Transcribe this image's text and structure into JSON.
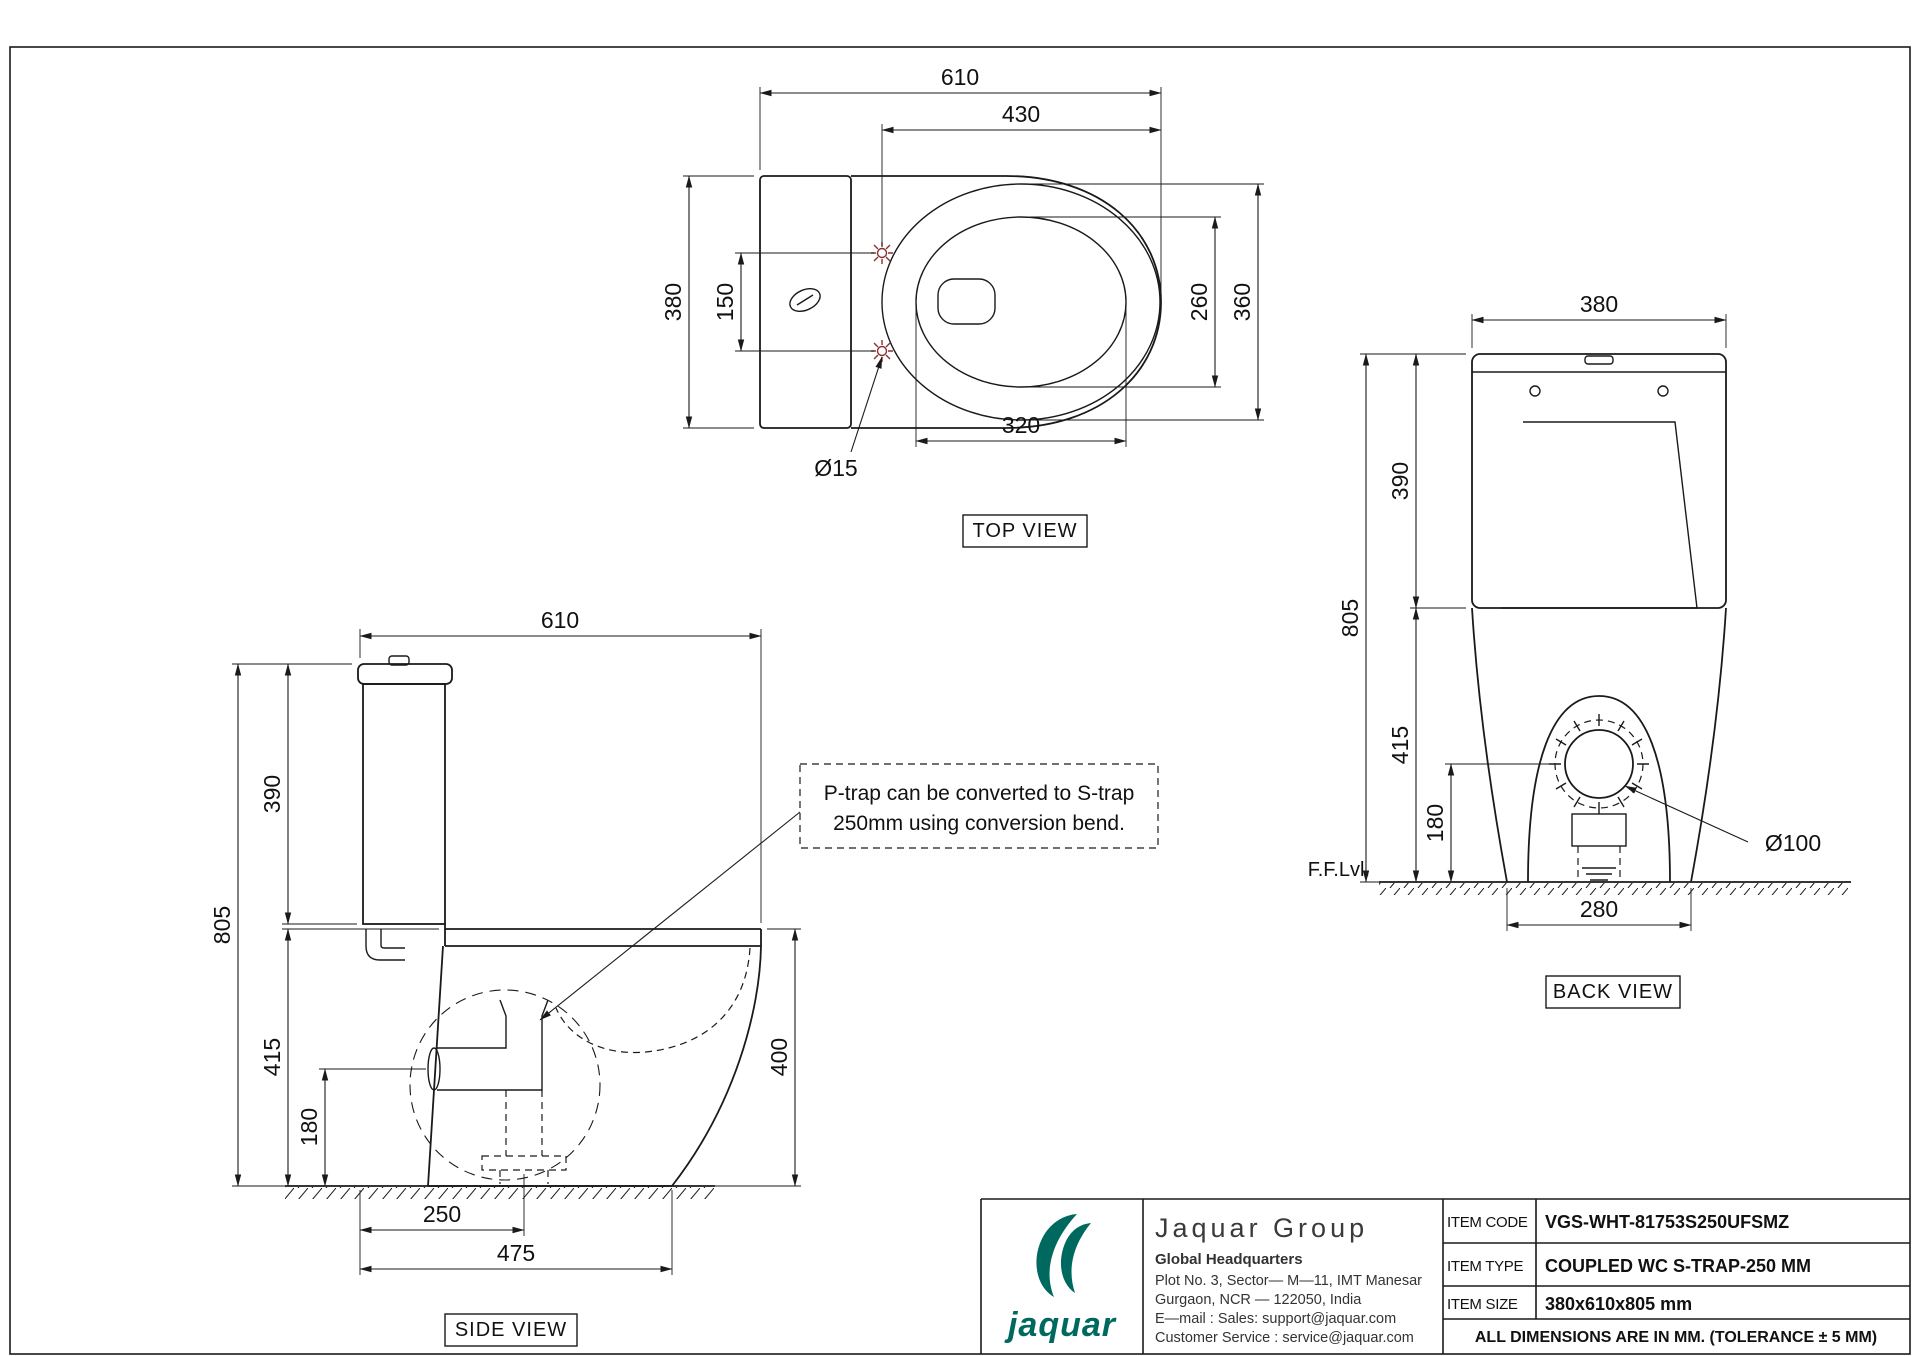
{
  "top_view": {
    "label": "TOP VIEW",
    "d_width": "610",
    "d_seat_len": "430",
    "d_depth": "380",
    "d_hole_span": "150",
    "d_bowl_inner": "260",
    "d_bowl_outer": "360",
    "d_bowl_width": "320",
    "d_hole_dia": "Ø15"
  },
  "side_view": {
    "label": "SIDE VIEW",
    "d_width": "610",
    "d_tank_h": "390",
    "d_total_h": "805",
    "d_rim_h": "415",
    "d_trap_h": "180",
    "d_bowl_h": "400",
    "d_trap_dist": "250",
    "d_base_len": "475",
    "note_line1": "P-trap can be converted to S-trap",
    "note_line2": "250mm using conversion bend."
  },
  "back_view": {
    "label": "BACK VIEW",
    "d_width": "380",
    "d_tank_h": "390",
    "d_total_h": "805",
    "d_rim_h": "415",
    "d_outlet_h": "180",
    "d_outlet_dia": "Ø100",
    "d_base_w": "280",
    "floor_label": "F.F.Lvl."
  },
  "title_block": {
    "logo_text": "jaquar",
    "company": "Jaquar Group",
    "hq": "Global Headquarters",
    "address1": "Plot No. 3, Sector— M—11, IMT Manesar",
    "address2": "Gurgaon, NCR — 122050, India",
    "email": "E—mail : Sales: support@jaquar.com",
    "customer_service": "Customer Service : service@jaquar.com",
    "item_code_label": "ITEM CODE",
    "item_code_value": "VGS-WHT-81753S250UFSMZ",
    "item_type_label": "ITEM TYPE",
    "item_type_value": "COUPLED WC S-TRAP-250 MM",
    "item_size_label": "ITEM SIZE",
    "item_size_value": "380x610x805 mm",
    "tolerance_note": "ALL DIMENSIONS ARE IN MM. (TOLERANCE ± 5 MM)"
  },
  "colors": {
    "line": "#1a1a1a",
    "hole_marker": "#8a3030",
    "brand": "#00695f"
  }
}
